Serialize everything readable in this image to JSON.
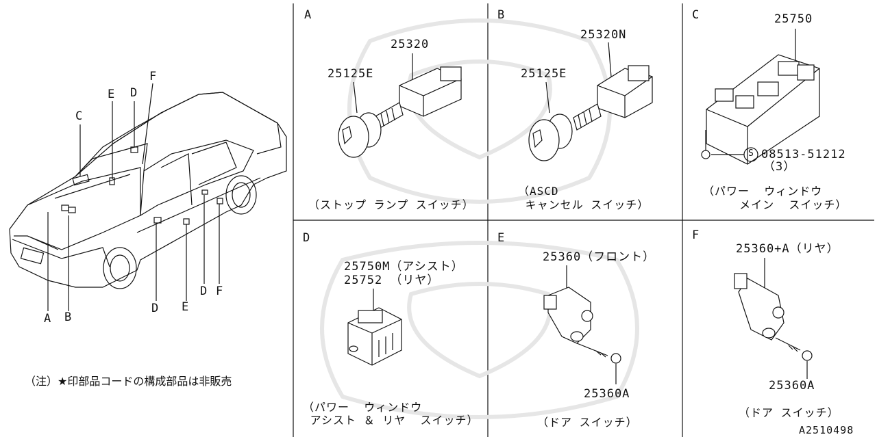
{
  "car": {
    "callouts": {
      "C_top": "C",
      "E_top": "E",
      "D_top": "D",
      "F_top": "F",
      "A_bot": "A",
      "B_bot": "B",
      "D_bot1": "D",
      "E_bot": "E",
      "D_bot2": "D",
      "F_bot": "F"
    },
    "note": "（注）★印部品コードの構成部品は非販売"
  },
  "panels": {
    "A": {
      "letter": "A",
      "part1": "25320",
      "part2": "25125E",
      "caption": [
        "（ストップ ランプ スイッチ）"
      ]
    },
    "B": {
      "letter": "B",
      "part1": "25320N",
      "part2": "25125E",
      "caption": [
        "（ASCD",
        " キャンセル スイッチ）"
      ]
    },
    "C": {
      "letter": "C",
      "part1": "25750",
      "bolt": "08513-51212",
      "bolt_qty": "（3）",
      "bolt_mark": "S",
      "caption": [
        "（パワー  ウィンドウ",
        "     メイン  スイッチ）"
      ]
    },
    "D": {
      "letter": "D",
      "part1": "25750M（アシスト）",
      "part2": "25752 （リヤ）",
      "caption": [
        "（パワー  ウィンドウ",
        " アシスト ＆ リヤ  スイッチ）"
      ]
    },
    "E": {
      "letter": "E",
      "part1": "25360（フロント）",
      "part2": "25360A",
      "caption": [
        "（ドア スイッチ）"
      ]
    },
    "F": {
      "letter": "F",
      "part1": "25360+A（リヤ）",
      "part2": "25360A",
      "caption": [
        "（ドア スイッチ）"
      ]
    }
  },
  "diagram_id": "A2510498"
}
